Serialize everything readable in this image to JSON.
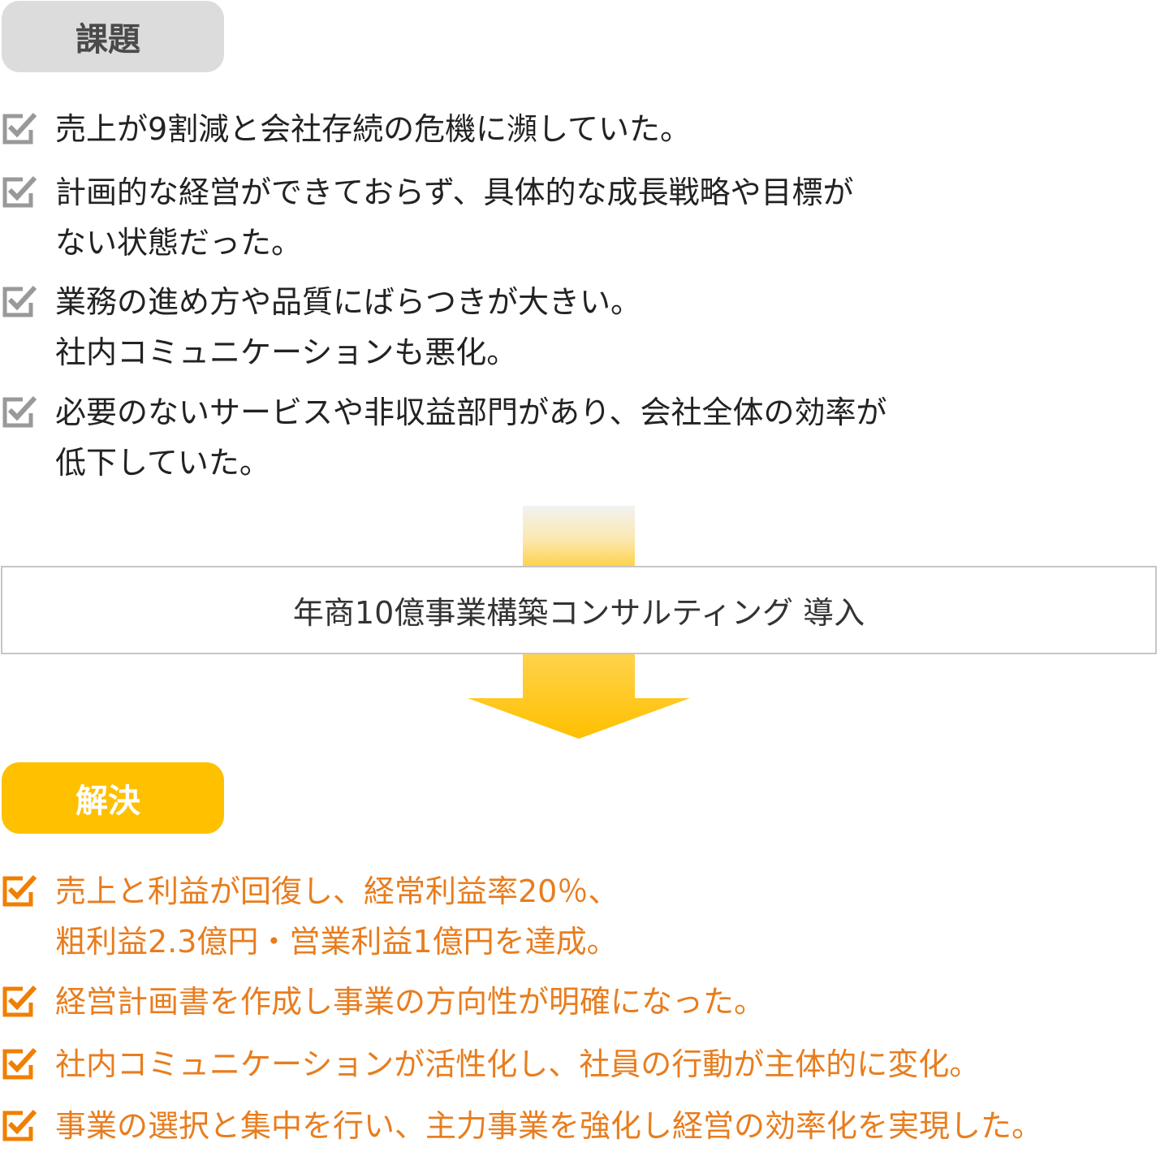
{
  "issues": {
    "tag": "課題",
    "items": [
      "売上が9割減と会社存続の危機に瀕していた。",
      "計画的な経営ができておらず、具体的な成長戦略や目標が\nない状態だった。",
      "業務の進め方や品質にばらつきが大きい。\n社内コミュニケーションも悪化。",
      "必要のないサービスや非収益部門があり、会社全体の効率が\n低下していた。"
    ]
  },
  "consulting": {
    "label": "年商10億事業構築コンサルティング 導入"
  },
  "solutions": {
    "tag": "解決",
    "items": [
      "売上と利益が回復し、経常利益率20％、\n粗利益2.3億円・営業利益1億円を達成。",
      "経営計画書を作成し事業の方向性が明確になった。",
      "社内コミュニケーションが活性化し、社員の行動が主体的に変化。",
      "事業の選択と集中を行い、主力事業を強化し経営の効率化を実現した。"
    ]
  },
  "colors": {
    "issue_check": "#999999",
    "solution_check": "#f07f00",
    "accent": "#ffc000",
    "issue_tag_bg": "#dcdcdc"
  },
  "icons": {
    "check": "checkbox-check-icon"
  }
}
